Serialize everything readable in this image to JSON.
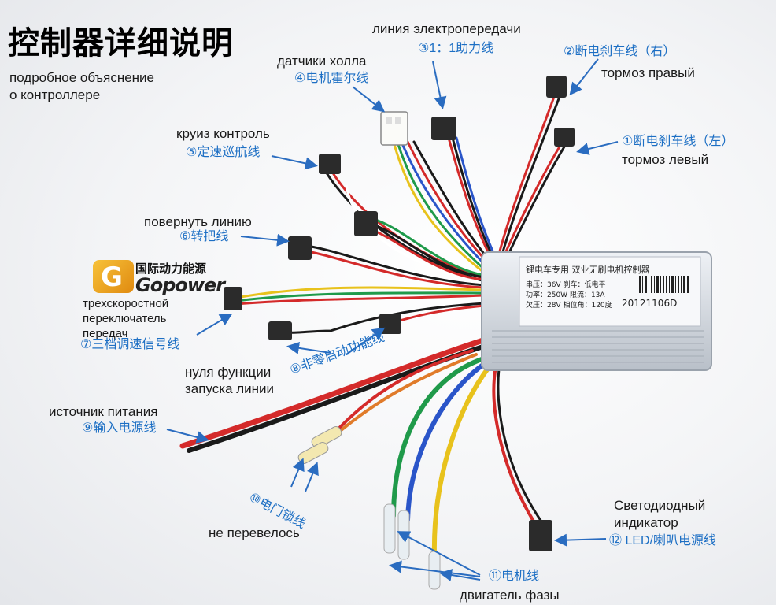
{
  "title": "控制器详细说明",
  "subtitle_ru": [
    "подробное объяснение",
    "о контроллере"
  ],
  "logo": {
    "cn": "国际动力能源",
    "en": "Gopower"
  },
  "labels": {
    "power_assist_ru": "линия электропередачи",
    "power_assist_cn": "③1：1助力线",
    "hall_ru": "датчики холла",
    "hall_cn": "④电机霍尔线",
    "brake_right_cn": "②断电刹车线（右）",
    "brake_right_ru": "тормоз правый",
    "brake_left_cn": "①断电刹车线（左）",
    "brake_left_ru": "тормоз левый",
    "cruise_ru": "круиз контроль",
    "cruise_cn": "⑤定速巡航线",
    "throttle_ru": "повернуть линию",
    "throttle_cn": "⑥转把线",
    "three_speed_ru": [
      "трехскоростной",
      "переключатель",
      "передач"
    ],
    "three_speed_cn": "⑦三档调速信号线",
    "zero_start_ru": [
      "нуля функции",
      "запуска линии"
    ],
    "zero_start_cn": "⑧非零启动功能线",
    "power_in_ru": "источник питания",
    "power_in_cn": "⑨输入电源线",
    "key_lock_cn": "⑩电门锁线",
    "key_lock_ru": "не перевелось",
    "motor_cn": "⑪电机线",
    "motor_ru": "двигатель фазы",
    "led_ru": [
      "Светодиодный",
      "индикатор"
    ],
    "led_cn": "⑫ LED/喇叭电源线"
  },
  "controller": {
    "header": "锂电车专用  双业无刷电机控制器",
    "specs": [
      "串压：36V    刹车：低电平",
      "功率：250W   限流：13A",
      "欠压：28V    相位角：120度"
    ],
    "serial": "20121106D"
  },
  "colors": {
    "label_blue": "#1d6fc4",
    "arrow_blue": "#2a6cc0",
    "wire_red": "#d42a2a",
    "wire_black": "#1a1a1a",
    "wire_yellow": "#e8c21c",
    "wire_green": "#1f9a4a",
    "wire_blue": "#2a55c9"
  }
}
